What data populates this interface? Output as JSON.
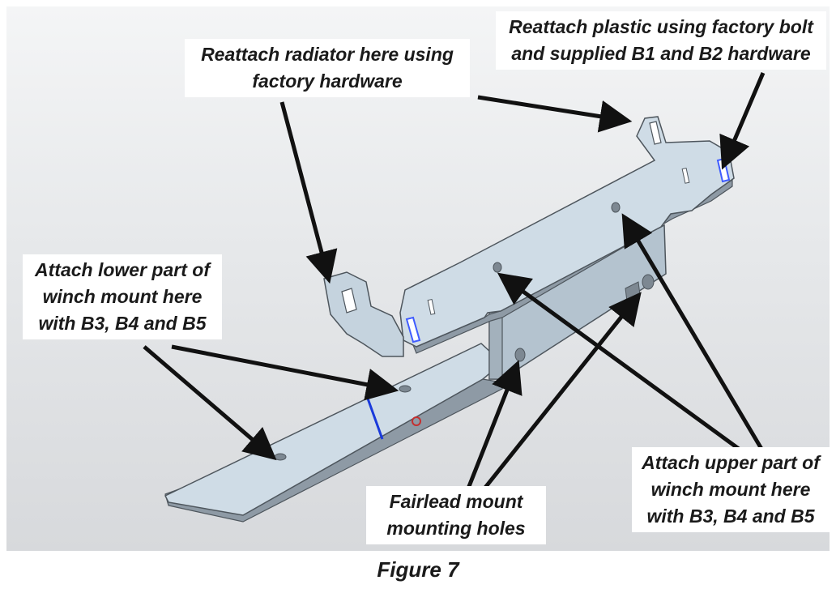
{
  "callouts": {
    "radiator": {
      "line1": "Reattach radiator here using",
      "line2": "factory hardware"
    },
    "plastic": {
      "line1": "Reattach plastic using factory bolt",
      "line2": "and supplied B1 and B2 hardware"
    },
    "lower": {
      "line1": "Attach lower part of",
      "line2": "winch mount here",
      "line3": "with B3, B4 and B5"
    },
    "fairlead": {
      "line1": "Fairlead mount",
      "line2": "mounting holes"
    },
    "upper": {
      "line1": "Attach upper part of",
      "line2": "winch mount here",
      "line3": "with B3, B4 and B5"
    }
  },
  "caption": "Figure 7",
  "colors": {
    "metal_light": "#cfdce6",
    "metal_mid": "#b4c3cf",
    "metal_dark": "#8e9aa5",
    "edge": "#4e565d",
    "arrow": "#111111",
    "highlight": "#3f5cff"
  }
}
